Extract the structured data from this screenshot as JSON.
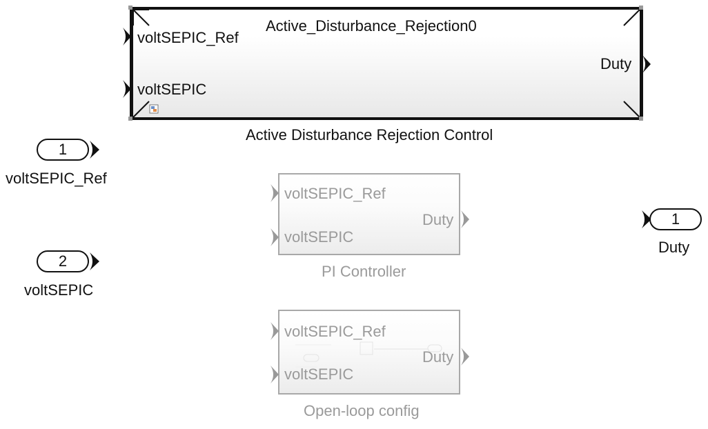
{
  "main_subsystem": {
    "title": "Active_Disturbance_Rejection0",
    "inputs": [
      "voltSEPIC_Ref",
      "voltSEPIC"
    ],
    "output": "Duty",
    "caption": "Active Disturbance Rejection Control"
  },
  "pi_subsystem": {
    "inputs": [
      "voltSEPIC_Ref",
      "voltSEPIC"
    ],
    "output": "Duty",
    "caption": "PI Controller"
  },
  "openloop_subsystem": {
    "inputs": [
      "voltSEPIC_Ref",
      "voltSEPIC"
    ],
    "output": "Duty",
    "caption": "Open-loop config"
  },
  "inports": [
    {
      "number": "1",
      "label": "voltSEPIC_Ref"
    },
    {
      "number": "2",
      "label": "voltSEPIC"
    }
  ],
  "outports": [
    {
      "number": "1",
      "label": "Duty"
    }
  ]
}
